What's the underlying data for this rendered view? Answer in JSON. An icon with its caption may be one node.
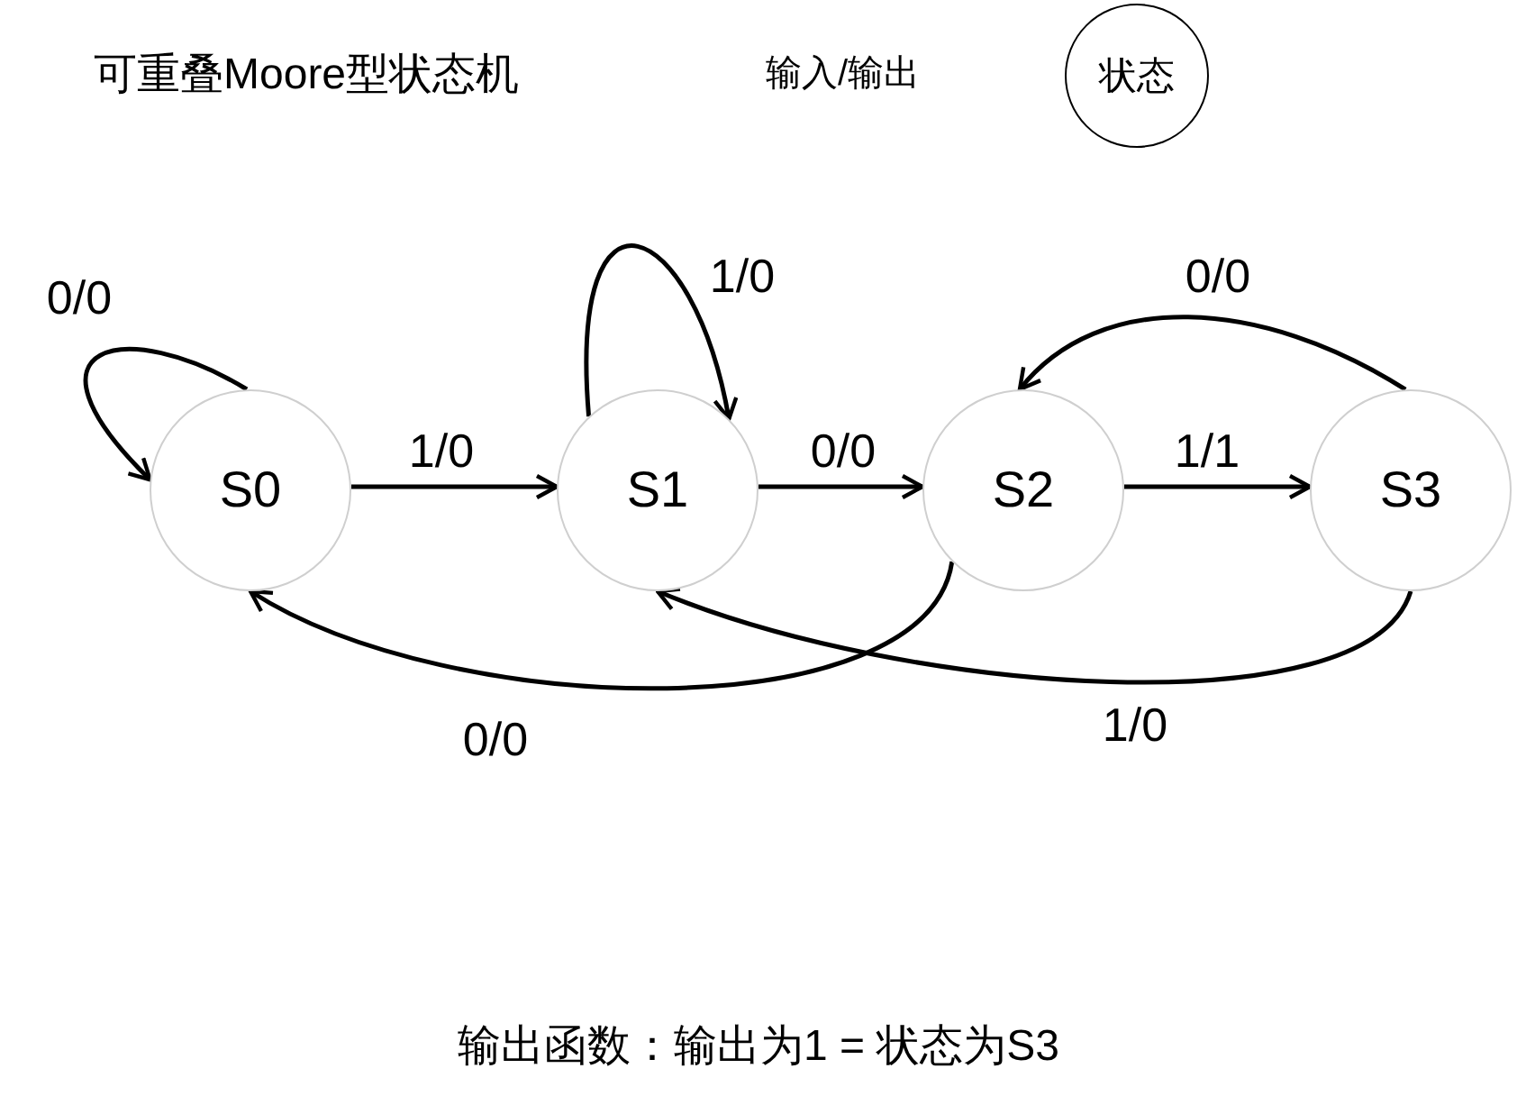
{
  "diagram": {
    "title": "可重叠Moore型状态机",
    "caption": "输出函数：输出为1 = 状态为S3",
    "nodes": [
      {
        "text": [
          "S0"
        ]
      },
      {
        "text": [
          "S1"
        ]
      },
      {
        "text": [
          "S2"
        ]
      },
      {
        "text": [
          "S3"
        ]
      },
      {
        "text": [
          "状态"
        ]
      }
    ],
    "edges": [
      {
        "from": 0,
        "to": 0,
        "arrow": "to",
        "label": "0/0"
      },
      {
        "from": 0,
        "to": 1,
        "arrow": "to",
        "label": "1/0"
      },
      {
        "from": 1,
        "to": 1,
        "arrow": "to",
        "label": "1/0"
      },
      {
        "from": 1,
        "to": 2,
        "arrow": "to",
        "label": "0/0"
      },
      {
        "from": 2,
        "to": 3,
        "arrow": "to",
        "label": "1/1"
      },
      {
        "from": 3,
        "to": 2,
        "arrow": "to",
        "label": "0/0"
      },
      {
        "from": 2,
        "to": 0,
        "arrow": "to",
        "label": "0/0"
      },
      {
        "from": 3,
        "to": 1,
        "arrow": "to",
        "label": "1/0"
      }
    ],
    "labels": [
      "输入/输出"
    ]
  }
}
